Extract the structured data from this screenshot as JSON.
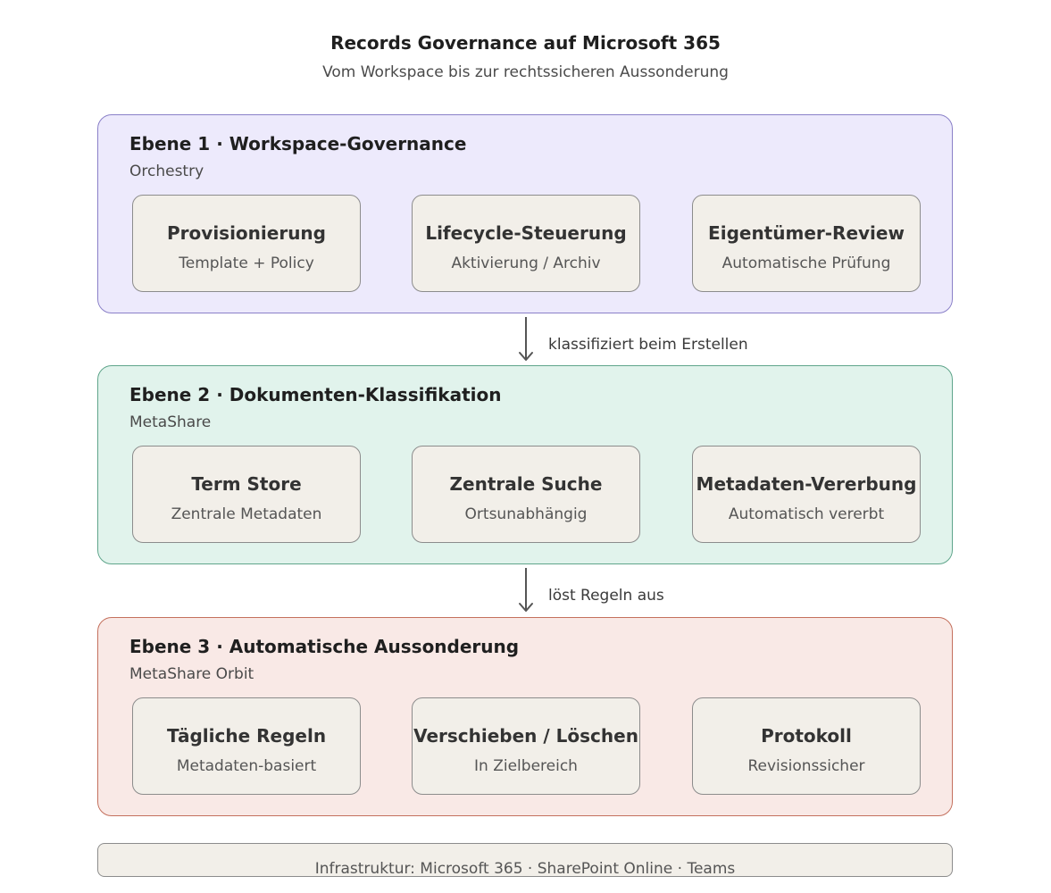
{
  "header": {
    "title": "Records Governance auf Microsoft 365",
    "subtitle": "Vom Workspace bis zur rechtssicheren Aussonderung"
  },
  "layers": [
    {
      "title": "Ebene 1 · Workspace-Governance",
      "subtitle": "Orchestry",
      "color": "#edeafc",
      "border_color": "#8a80c8",
      "cards": [
        {
          "title": "Provisionierung",
          "subtitle": "Template + Policy"
        },
        {
          "title": "Lifecycle-Steuerung",
          "subtitle": "Aktivierung / Archiv"
        },
        {
          "title": "Eigentümer-Review",
          "subtitle": "Automatische Prüfung"
        }
      ]
    },
    {
      "title": "Ebene 2 · Dokumenten-Klassifikation",
      "subtitle": "MetaShare",
      "color": "#e1f3ec",
      "border_color": "#5fa58b",
      "cards": [
        {
          "title": "Term Store",
          "subtitle": "Zentrale Metadaten"
        },
        {
          "title": "Zentrale Suche",
          "subtitle": "Ortsunabhängig"
        },
        {
          "title": "Metadaten-Vererbung",
          "subtitle": "Automatisch vererbt"
        }
      ]
    },
    {
      "title": "Ebene 3 · Automatische Aussonderung",
      "subtitle": "MetaShare Orbit",
      "color": "#f9e9e6",
      "border_color": "#c4705d",
      "cards": [
        {
          "title": "Tägliche Regeln",
          "subtitle": "Metadaten-basiert"
        },
        {
          "title": "Verschieben / Löschen",
          "subtitle": "In Zielbereich"
        },
        {
          "title": "Protokoll",
          "subtitle": "Revisionssicher"
        }
      ]
    }
  ],
  "connectors": [
    {
      "label": "klassifiziert beim Erstellen"
    },
    {
      "label": "löst Regeln aus"
    }
  ],
  "footer": {
    "text": "Infrastruktur: Microsoft 365 · SharePoint Online · Teams"
  }
}
